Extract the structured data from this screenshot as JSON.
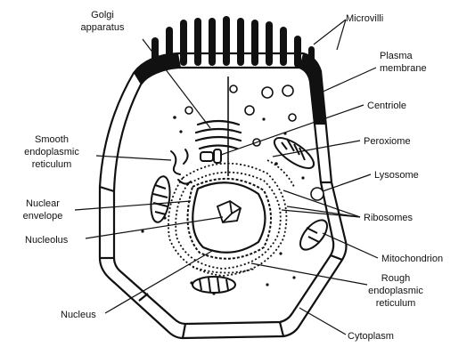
{
  "labels": {
    "golgi": [
      "Golgi",
      "apparatus"
    ],
    "microvilli": "Microvilli",
    "plasma_membrane": [
      "Plasma",
      "membrane"
    ],
    "centriole": "Centriole",
    "smooth_er": [
      "Smooth",
      "endoplasmic",
      "reticulum"
    ],
    "peroxisome": "Peroxiome",
    "lysosome": "Lysosome",
    "nuclear_envelope": [
      "Nuclear",
      "envelope"
    ],
    "ribosomes": "Ribosomes",
    "nucleolus": "Nucleolus",
    "mitochondrion": "Mitochondrion",
    "rough_er": [
      "Rough",
      "endoplasmic",
      "reticulum"
    ],
    "nucleus": "Nucleus",
    "cytoplasm": "Cytoplasm"
  },
  "colors": {
    "ink": "#111111",
    "background": "#ffffff"
  }
}
